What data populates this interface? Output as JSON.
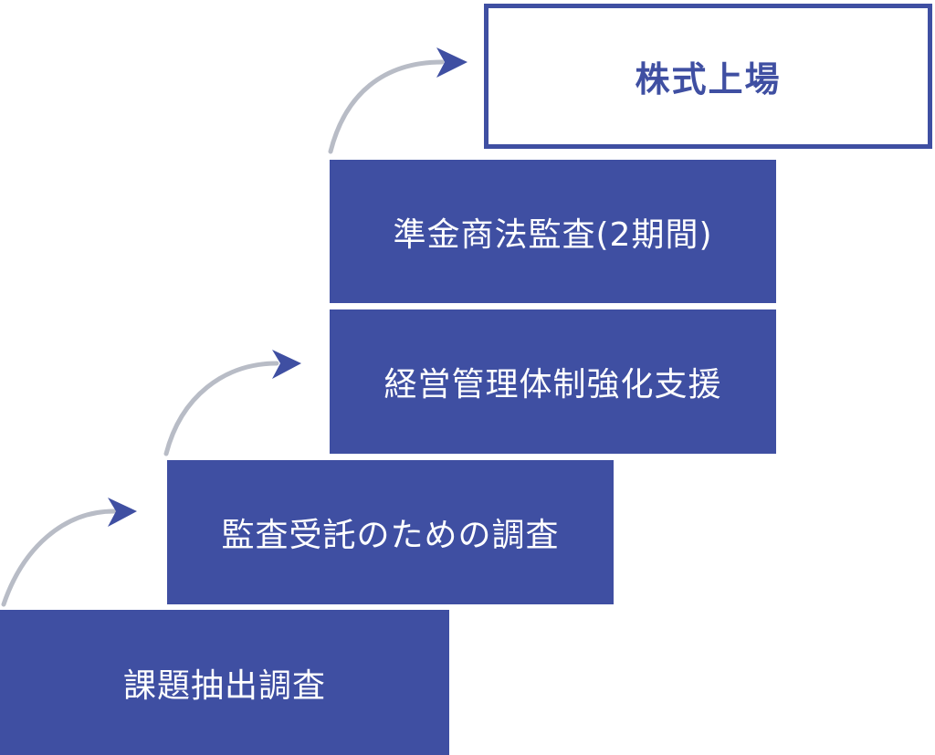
{
  "steps": {
    "s1": "課題抽出調査",
    "s2": "監査受託のための調査",
    "s3": "経営管理体制強化支援",
    "s4": "準金商法監査(2期間)"
  },
  "goal": "株式上場",
  "colors": {
    "step_fill": "#3f4fa2",
    "step_text": "#ffffff",
    "goal_border": "#3f4fa2",
    "goal_text": "#3f4fa2",
    "arrow_curve": "#b8bcc6",
    "arrow_head": "#3f4fa2"
  }
}
